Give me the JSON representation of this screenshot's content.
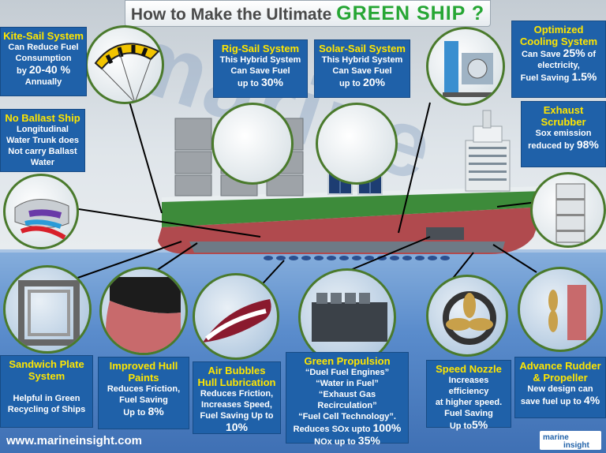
{
  "title": {
    "prefix": "How to Make the Ultimate",
    "highlight": "GREEN SHIP ?"
  },
  "kite_sail": {
    "heading": "Kite-Sail System",
    "l1": "Can Reduce Fuel",
    "l2": "Consumption",
    "l3_pre": "by ",
    "value": "20-40 %",
    "l4": "Annually"
  },
  "no_ballast": {
    "heading": "No Ballast Ship",
    "l1": "Longitudinal",
    "l2": "Water Trunk does",
    "l3": "Not carry Ballast",
    "l4": "Water"
  },
  "rig_sail": {
    "heading": "Rig-Sail System",
    "l1": "This Hybrid System",
    "l2": "Can Save Fuel",
    "l3_pre": "up to ",
    "value": "30%"
  },
  "solar_sail": {
    "heading": "Solar-Sail System",
    "l1": "This Hybrid System",
    "l2": "Can Save Fuel",
    "l3_pre": "up to ",
    "value": "20%"
  },
  "cooling": {
    "heading1": "Optimized",
    "heading2": "Cooling System",
    "l1_pre": "Can Save ",
    "value1": "25%",
    "l1_post": " of",
    "l2": "electricity,",
    "l3_pre": "Fuel Saving ",
    "value2": "1.5%"
  },
  "scrubber": {
    "heading1": "Exhaust",
    "heading2": "Scrubber",
    "l1": "Sox emission",
    "l2_pre": "reduced by ",
    "value": "98%"
  },
  "sandwich": {
    "heading1": "Sandwich Plate",
    "heading2": "System",
    "l1": "Helpful in Green",
    "l2": "Recycling of Ships"
  },
  "hull_paints": {
    "heading1": "Improved Hull",
    "heading2": "Paints",
    "l1": "Reduces Friction,",
    "l2": "Fuel Saving",
    "l3_pre": "Up to ",
    "value": "8%"
  },
  "air_bubbles": {
    "heading1": "Air Bubbles",
    "heading2": "Hull Lubrication",
    "l1": "Reduces Friction,",
    "l2": "Increases Speed,",
    "l3": "Fuel Saving Up to",
    "value": "10%"
  },
  "green_propulsion": {
    "heading": "Green Propulsion",
    "l1": "“Duel Fuel Engines”",
    "l2": "“Water in Fuel”",
    "l3": "“Exhaust Gas Recirculation”",
    "l4": "“Fuel Cell Technology”.",
    "l5_pre": "Reduces SOx upto ",
    "value1": "100%",
    "l6_pre": "NOx up to ",
    "value2": "35%"
  },
  "speed_nozzle": {
    "heading": "Speed Nozzle",
    "l1": "Increases efficiency",
    "l2": "at higher speed.",
    "l3": "Fuel Saving",
    "l4_pre": "Up to",
    "value": "5%"
  },
  "rudder": {
    "heading1": "Advance Rudder",
    "heading2": "& Propeller",
    "l1": "New design can",
    "l2_pre": "save fuel up to ",
    "value": "4%"
  },
  "footer": {
    "url": "www.marineinsight.com"
  },
  "logo": {
    "text": "marineinsight"
  },
  "colors": {
    "box_blue": "#1f61a9",
    "heading_yellow": "#ffe600",
    "title_green": "#26a634",
    "circle_border": "#4a7a2c",
    "hull_red": "#b04a4e",
    "deck_green": "#3d8b3a"
  }
}
